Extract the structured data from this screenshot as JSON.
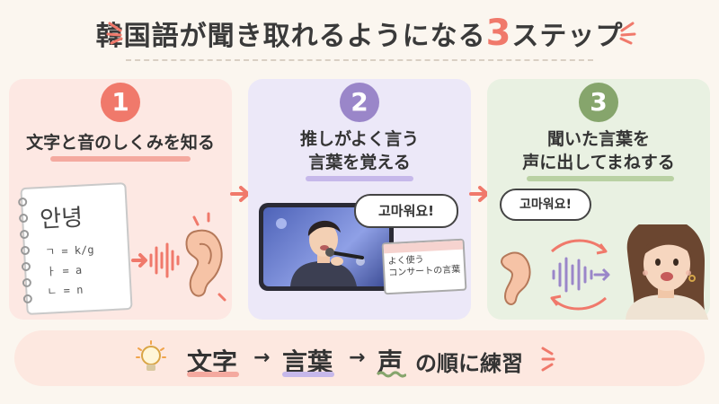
{
  "header": {
    "title_pre": "韓国語が聞き取れるようになる",
    "title_num": "3",
    "title_post": "ステップ"
  },
  "steps": [
    {
      "number": "1",
      "title_lines": [
        "文字と音のしくみを知る"
      ],
      "notebook": {
        "main": "안녕",
        "lines": [
          "ㄱ = k/g",
          "ㅏ = a",
          "ㄴ = n"
        ]
      }
    },
    {
      "number": "2",
      "title_lines": [
        "推しがよく言う",
        "言葉を覚える"
      ],
      "bubble": "고마워요!",
      "card_lines": [
        "よく使う",
        "コンサートの言葉"
      ]
    },
    {
      "number": "3",
      "title_lines": [
        "聞いた言葉を",
        "声に出してまねする"
      ],
      "bubble": "고마워요!"
    }
  ],
  "bottom": {
    "w1": "文字",
    "arrow1": "→",
    "w2": "言葉",
    "arrow2": "→",
    "w3": "声",
    "tail": "の順に練習"
  },
  "colors": {
    "step1": "#f0796b",
    "step2": "#9a86c9",
    "step3": "#86a56c"
  }
}
